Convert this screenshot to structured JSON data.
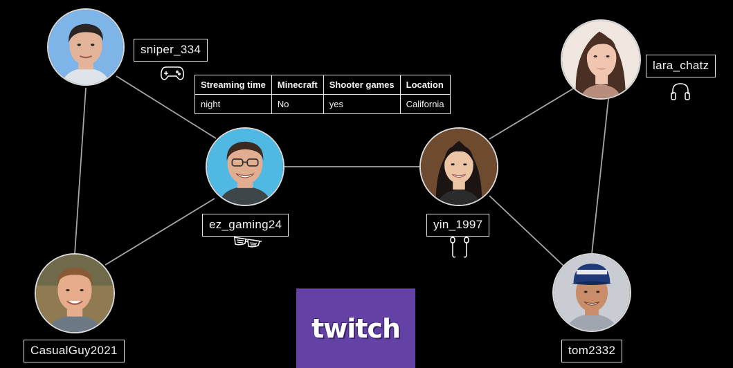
{
  "users": {
    "sniper": {
      "name": "sniper_334",
      "icon": "gamepad-icon",
      "skin": "#e3b49a",
      "hair": "#2a2522",
      "bg": "#7fb4e8",
      "shirt": "#dfe3ea"
    },
    "ez": {
      "name": "ez_gaming24",
      "icon": "3d-glasses-icon",
      "skin": "#e2ae92",
      "hair": "#3b2a20",
      "bg": "#4fb9e3",
      "shirt": "#3e4548"
    },
    "casual": {
      "name": "CasualGuy2021",
      "icon": "",
      "skin": "#e6ad8c",
      "hair": "#8a5a34",
      "bg": "#8f7a52",
      "shirt": "#6d7a86"
    },
    "yin": {
      "name": "yin_1997",
      "icon": "earbuds-icon",
      "skin": "#ecc4a6",
      "hair": "#1b1413",
      "bg": "#6e4a2e",
      "shirt": "#2b2b2b"
    },
    "lara": {
      "name": "lara_chatz",
      "icon": "headphones-icon",
      "skin": "#f0c6b0",
      "hair": "#4a2f24",
      "bg": "#efe6df",
      "shirt": "#b98d7c"
    },
    "tom": {
      "name": "tom2332",
      "icon": "",
      "skin": "#c98e69",
      "hair": "#2a2a2a",
      "bg": "#c9cdd3",
      "shirt": "#a0a6b0",
      "cap": "#1e3a78"
    }
  },
  "table": {
    "headers": [
      "Streaming time",
      "Minecraft",
      "Shooter games",
      "Location"
    ],
    "row": [
      "night",
      "No",
      "yes",
      "California"
    ]
  },
  "brand": {
    "logo_text": "twitch",
    "color": "#6441a5"
  },
  "colors": {
    "background": "#000000",
    "line": "#a6a6a6",
    "border": "#e6e6e6"
  }
}
